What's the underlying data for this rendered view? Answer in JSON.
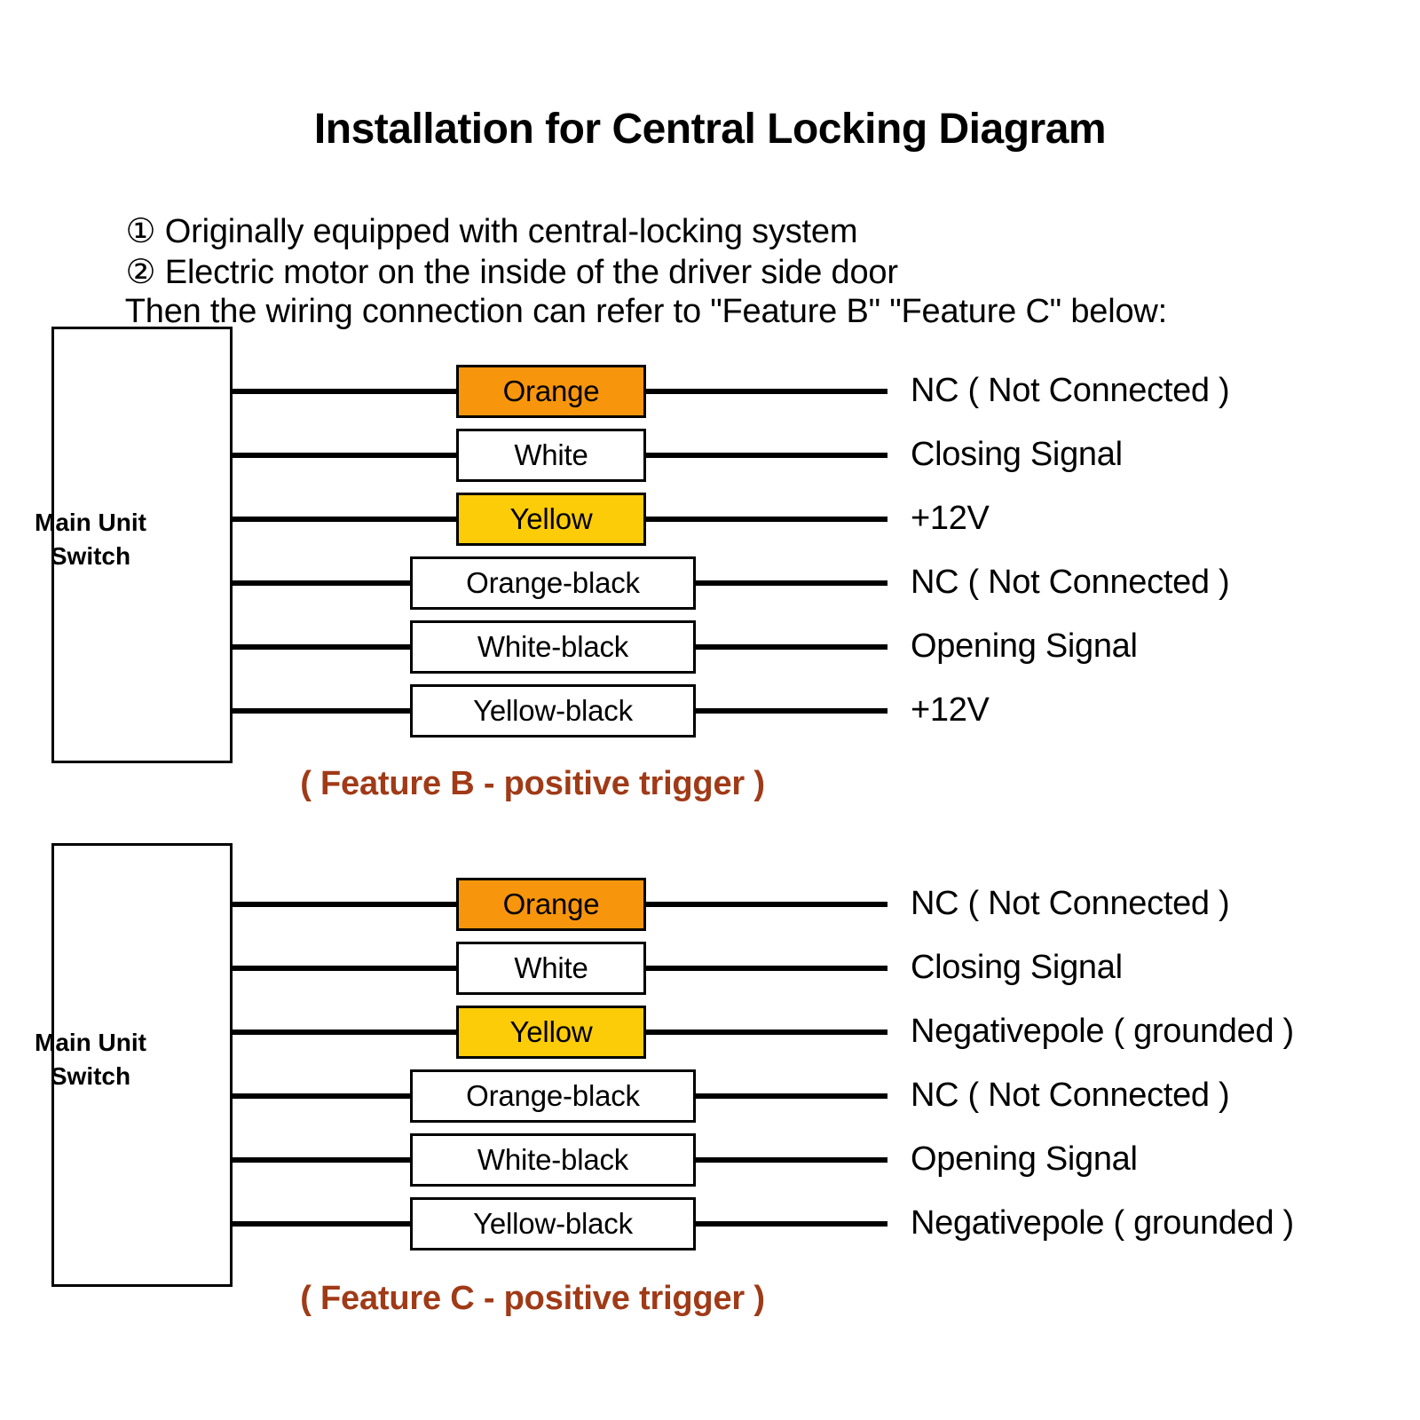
{
  "header": {
    "title": "Installation for Central Locking Diagram",
    "notes": [
      {
        "marker": "①",
        "text": " Originally equipped with central-locking system"
      },
      {
        "marker": "②",
        "text": " Electric motor on the inside of the driver side door"
      },
      {
        "marker": "",
        "text": "Then the wiring connection can refer to \"Feature B\" \"Feature C\" below:"
      }
    ]
  },
  "colors": {
    "orange": "#F7960C",
    "yellow": "#FCCC08",
    "white": "#FFFFFF",
    "outline": "#000000",
    "caption": "#A03A17"
  },
  "blocks": [
    {
      "id": "feature-b",
      "unit_label": "Main Unit\nSwitch",
      "caption": "( Feature B - positive trigger )",
      "wires": [
        {
          "chip": "Orange",
          "chip_style": "short",
          "fill": "#F7960C",
          "signal": "NC ( Not Connected )"
        },
        {
          "chip": "White",
          "chip_style": "short",
          "fill": "#FFFFFF",
          "signal": "Closing Signal"
        },
        {
          "chip": "Yellow",
          "chip_style": "short",
          "fill": "#FCCC08",
          "signal": "+12V"
        },
        {
          "chip": "Orange-black",
          "chip_style": "long",
          "fill": "#FFFFFF",
          "signal": "NC ( Not Connected )"
        },
        {
          "chip": "White-black",
          "chip_style": "long",
          "fill": "#FFFFFF",
          "signal": "Opening Signal"
        },
        {
          "chip": "Yellow-black",
          "chip_style": "long",
          "fill": "#FFFFFF",
          "signal": "+12V"
        }
      ]
    },
    {
      "id": "feature-c",
      "unit_label": "Main Unit\nSwitch",
      "caption": "( Feature C - positive trigger )",
      "wires": [
        {
          "chip": "Orange",
          "chip_style": "short",
          "fill": "#F7960C",
          "signal": "NC ( Not Connected )"
        },
        {
          "chip": "White",
          "chip_style": "short",
          "fill": "#FFFFFF",
          "signal": "Closing Signal"
        },
        {
          "chip": "Yellow",
          "chip_style": "short",
          "fill": "#FCCC08",
          "signal": "Negativepole ( grounded )"
        },
        {
          "chip": "Orange-black",
          "chip_style": "long",
          "fill": "#FFFFFF",
          "signal": "NC ( Not Connected )"
        },
        {
          "chip": "White-black",
          "chip_style": "long",
          "fill": "#FFFFFF",
          "signal": "Opening Signal"
        },
        {
          "chip": "Yellow-black",
          "chip_style": "long",
          "fill": "#FFFFFF",
          "signal": "Negativepole ( grounded )"
        }
      ]
    }
  ]
}
